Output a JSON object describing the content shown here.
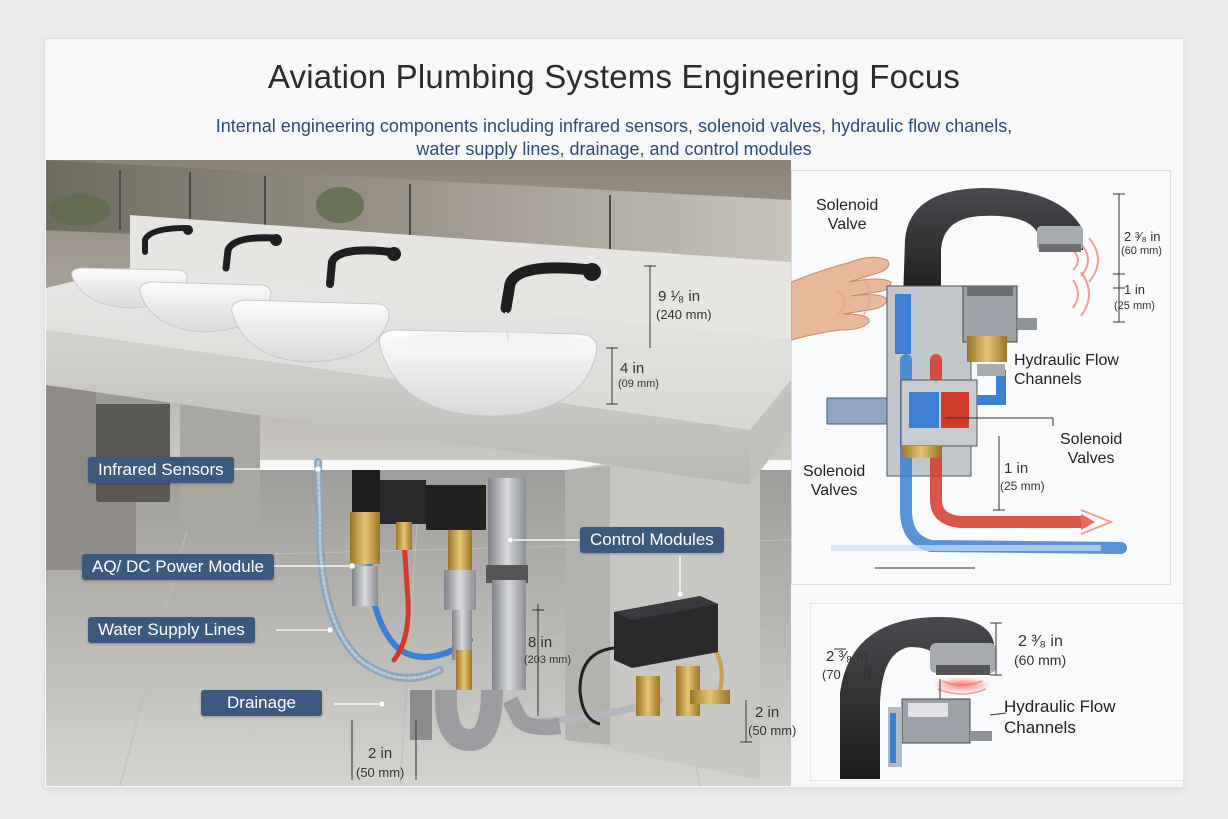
{
  "header": {
    "title": "Aviation Plumbing Systems Engineering Focus",
    "subtitle_line1": "Internal engineering components including infrared sensors, solenoid valves, hydraulic flow chanels,",
    "subtitle_line2": "water supply lines, drainage, and control modules"
  },
  "callouts": {
    "infrared_sensors": "Infrared Sensors",
    "power_module": "AQ/ DC Power Module",
    "water_supply": "Water Supply Lines",
    "drainage": "Drainage",
    "control_modules": "Control Modules"
  },
  "dimensions": {
    "faucet_height": "9 ¹⁄₈ in",
    "faucet_height_mm": "(240 mm)",
    "basin_depth": "4 in",
    "basin_depth_mm": "(09 mm)",
    "pipe_height": "8 in",
    "pipe_height_mm": "(203 mm)",
    "drain_width": "2 in",
    "drain_width_mm": "(50 mm)",
    "valve_offset": "2 in",
    "valve_offset_mm": "(50 mm)"
  },
  "detail_panel": {
    "solenoid_valve_top": "Solenoid\nValve",
    "hydraulic_flow": "Hydraulic Flow\nChannels",
    "solenoid_valves_right": "Solenoid\nValves",
    "solenoid_valves_left": "Solenoid\nValves",
    "spout_height": "2 ³⁄₈ in",
    "spout_height_mm": "(60 mm)",
    "sensor_gap": "1 in",
    "sensor_gap_mm": "(25 mm)",
    "flow_drop": "1 in",
    "flow_drop_mm": "(25 mm)"
  },
  "closeup_panel": {
    "left_dim": "2 ³⁄₈ in",
    "left_dim_mm": "(70 mm)",
    "right_dim": "2 ³⁄₈ in",
    "right_dim_mm": "(60 mm)",
    "hydraulic_flow": "Hydraulic Flow\nChannels"
  },
  "colors": {
    "callout_bg": "#3c5a7e",
    "cold_line": "#3d7fd0",
    "hot_line": "#d23a2a",
    "faucet": "#2a2a2c",
    "brass": "#c9a24a"
  }
}
